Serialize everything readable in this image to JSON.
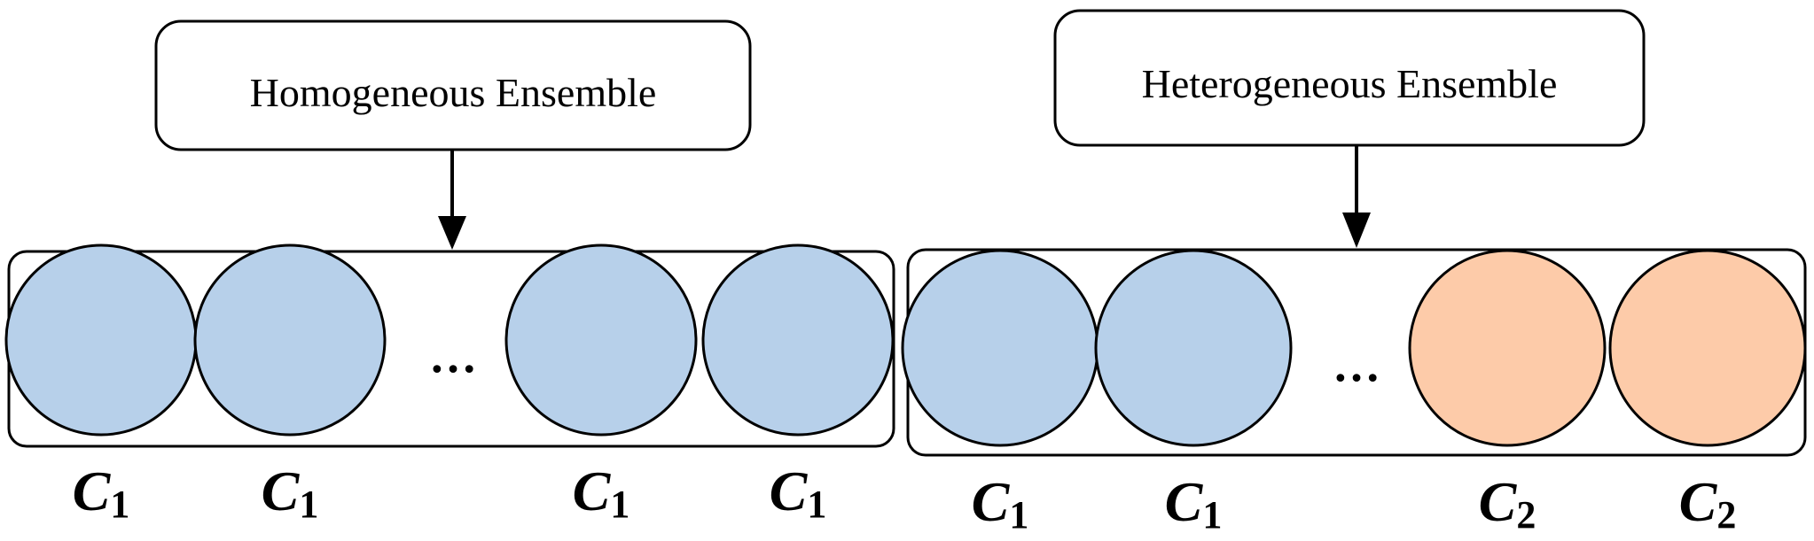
{
  "colors": {
    "homogeneous_fill": "#b7d0ea",
    "heterogeneous_c2_fill": "#fdcba9",
    "stroke": "#000000",
    "background": "#ffffff"
  },
  "left_panel": {
    "title": "Homogeneous Ensemble",
    "ellipsis": "…",
    "classifiers": [
      {
        "letter": "C",
        "sub": "1"
      },
      {
        "letter": "C",
        "sub": "1"
      },
      {
        "letter": "C",
        "sub": "1"
      },
      {
        "letter": "C",
        "sub": "1"
      }
    ]
  },
  "right_panel": {
    "title": "Heterogeneous Ensemble",
    "ellipsis": "…",
    "classifiers": [
      {
        "letter": "C",
        "sub": "1"
      },
      {
        "letter": "C",
        "sub": "1"
      },
      {
        "letter": "C",
        "sub": "2"
      },
      {
        "letter": "C",
        "sub": "2"
      }
    ]
  }
}
